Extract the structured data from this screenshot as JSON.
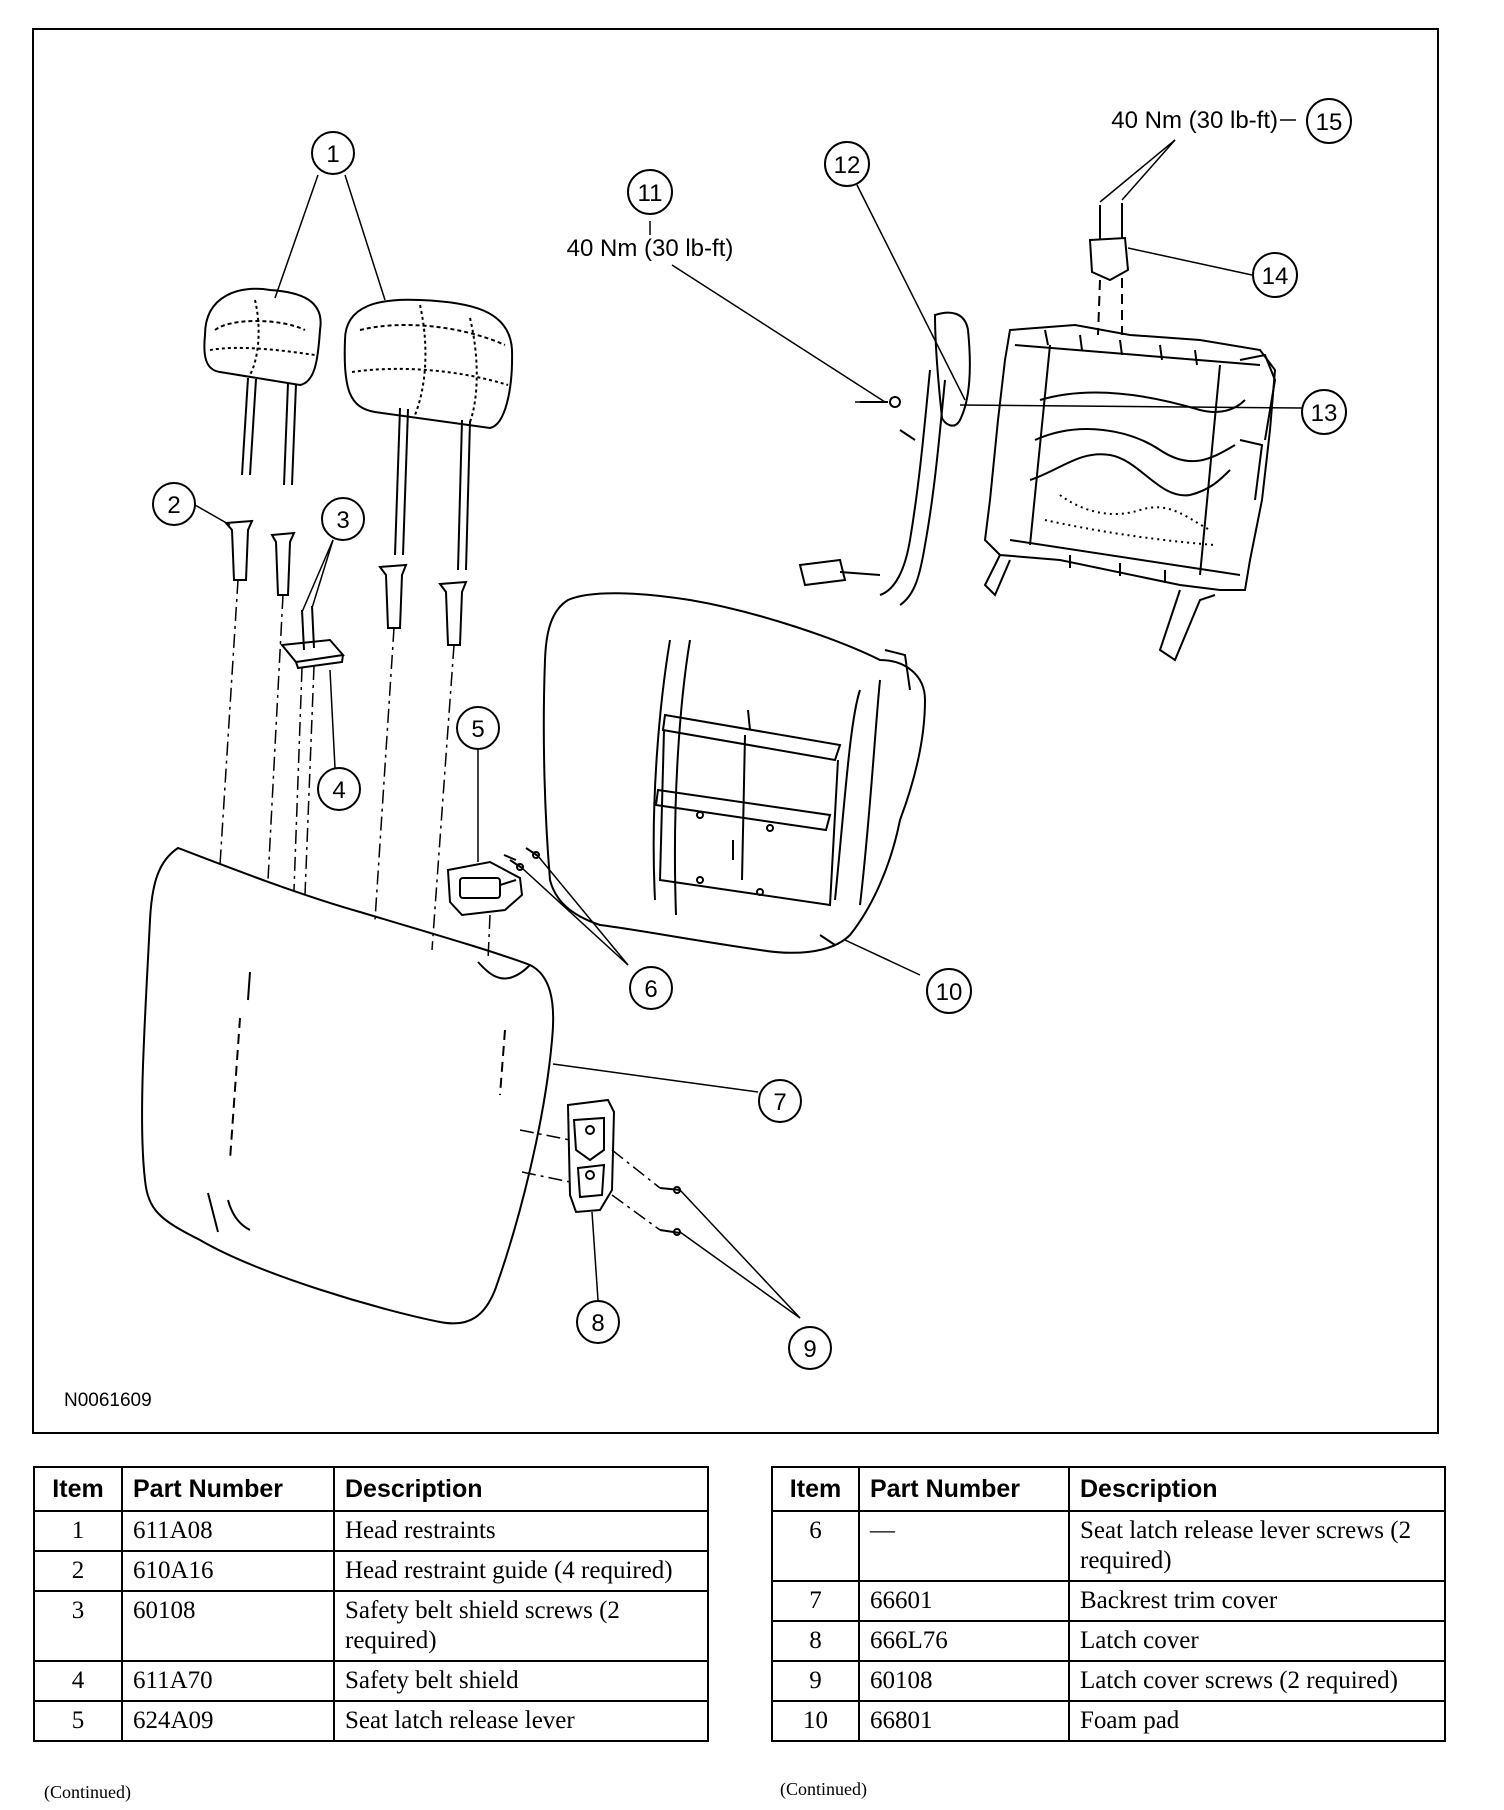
{
  "figure": {
    "id": "N0061609",
    "callouts": [
      "1",
      "2",
      "3",
      "4",
      "5",
      "6",
      "7",
      "8",
      "9",
      "10",
      "11",
      "12",
      "13",
      "14",
      "15"
    ],
    "torque_11": "40 Nm (30 lb-ft)",
    "torque_15": "40 Nm (30 lb-ft)"
  },
  "tables": {
    "headers": {
      "item": "Item",
      "part_number": "Part Number",
      "description": "Description"
    },
    "left": [
      {
        "item": "1",
        "part": "611A08",
        "desc": "Head restraints"
      },
      {
        "item": "2",
        "part": "610A16",
        "desc": "Head restraint guide (4 required)"
      },
      {
        "item": "3",
        "part": "60108",
        "desc": "Safety belt shield screws (2 required)"
      },
      {
        "item": "4",
        "part": "611A70",
        "desc": "Safety belt shield"
      },
      {
        "item": "5",
        "part": "624A09",
        "desc": "Seat latch release lever"
      }
    ],
    "right": [
      {
        "item": "6",
        "part": "—",
        "desc": "Seat latch release lever screws (2 required)"
      },
      {
        "item": "7",
        "part": "66601",
        "desc": "Backrest trim cover"
      },
      {
        "item": "8",
        "part": "666L76",
        "desc": "Latch cover"
      },
      {
        "item": "9",
        "part": "60108",
        "desc": "Latch cover screws (2 required)"
      },
      {
        "item": "10",
        "part": "66801",
        "desc": "Foam pad"
      }
    ],
    "continued_left": "(Continued)",
    "continued_right": "(Continued)"
  }
}
